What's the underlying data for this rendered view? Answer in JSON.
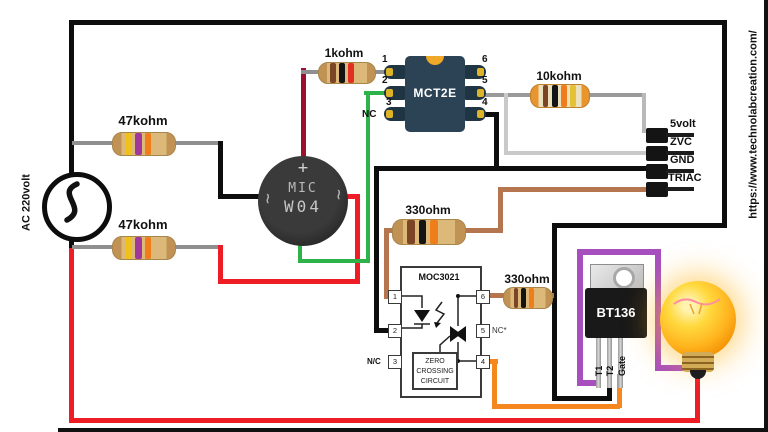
{
  "diagram": {
    "source_label": "AC 220volt",
    "website": "https://www.technolabcreation.com/",
    "resistors": [
      {
        "label": "47kohm",
        "bands": [
          "#f0c11c",
          "#a0389c",
          "#ef7d1a"
        ]
      },
      {
        "label": "47kohm",
        "bands": [
          "#f0c11c",
          "#a0389c",
          "#ef7d1a"
        ]
      },
      {
        "label": "1kohm",
        "bands": [
          "#7b4526",
          "#141414",
          "#e03024"
        ]
      },
      {
        "label": "10kohm",
        "bands": [
          "#7b4526",
          "#141414",
          "#ef7d1a",
          "#e5c235"
        ]
      },
      {
        "label": "330ohm",
        "bands": [
          "#7b4526",
          "#141414",
          "#ef7d1a"
        ]
      },
      {
        "label": "330ohm",
        "bands": [
          "#7b4526",
          "#141414",
          "#ef7d1a"
        ]
      }
    ],
    "bridge": {
      "plus": "+",
      "line1": "MIC",
      "line2": "W04",
      "squiggle": "~"
    },
    "optocoupler": {
      "name": "MCT2E",
      "pins_left": [
        "1",
        "2",
        "3"
      ],
      "pins_right": [
        "6",
        "5",
        "4"
      ],
      "nc_label": "NC"
    },
    "moc": {
      "name": "MOC3021",
      "pins_left": [
        "1",
        "2",
        "3"
      ],
      "pins_right": [
        "6",
        "5",
        "4"
      ],
      "nc_star": "NC*",
      "nc": "N/C",
      "zcc_lines": [
        "ZERO",
        "CROSSING",
        "CIRCUIT"
      ]
    },
    "header": {
      "pins": [
        "5volt",
        "ZVC",
        "GND",
        "TRIAC"
      ]
    },
    "triac": {
      "name": "BT136",
      "legs": [
        "T1",
        "T2",
        "Gate"
      ]
    },
    "colors": {
      "live_wire": "#0d0d0d",
      "neutral_wire": "#ee1c25",
      "dc_plus": "#9c0f2e",
      "dc_minus": "#2db34a",
      "signal_gray": "#8f8f8f",
      "signal_light": "#c9c9c9",
      "triac_wire": "#b5764f",
      "gate_wire": "#f6871f",
      "lamp_wire": "#a84fc0"
    }
  }
}
